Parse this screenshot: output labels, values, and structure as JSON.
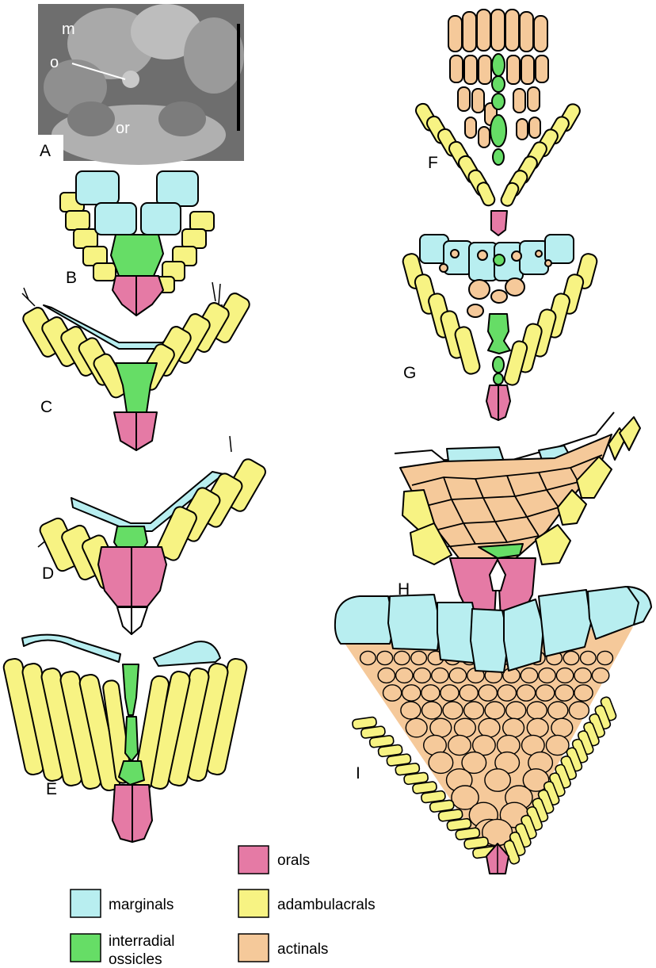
{
  "colors": {
    "marginals": "#b8eef0",
    "interradial_ossicles": "#66dd66",
    "orals": "#e57aa5",
    "adambulacrals": "#f7f383",
    "actinals": "#f5c99a"
  },
  "panels": {
    "A": {
      "letter": "A",
      "m": "m",
      "o": "o",
      "or": "or"
    },
    "B": {
      "letter": "B"
    },
    "C": {
      "letter": "C"
    },
    "D": {
      "letter": "D"
    },
    "E": {
      "letter": "E"
    },
    "F": {
      "letter": "F"
    },
    "G": {
      "letter": "G"
    },
    "H": {
      "letter": "H"
    },
    "I": {
      "letter": "I"
    }
  },
  "legend": [
    {
      "key": "marginals",
      "label": "marginals"
    },
    {
      "key": "interradial_ossicles",
      "label_line1": "interradial",
      "label_line2": "ossicles"
    },
    {
      "key": "orals",
      "label": "orals"
    },
    {
      "key": "adambulacrals",
      "label": "adambulacrals"
    },
    {
      "key": "actinals",
      "label": "actinals"
    }
  ]
}
